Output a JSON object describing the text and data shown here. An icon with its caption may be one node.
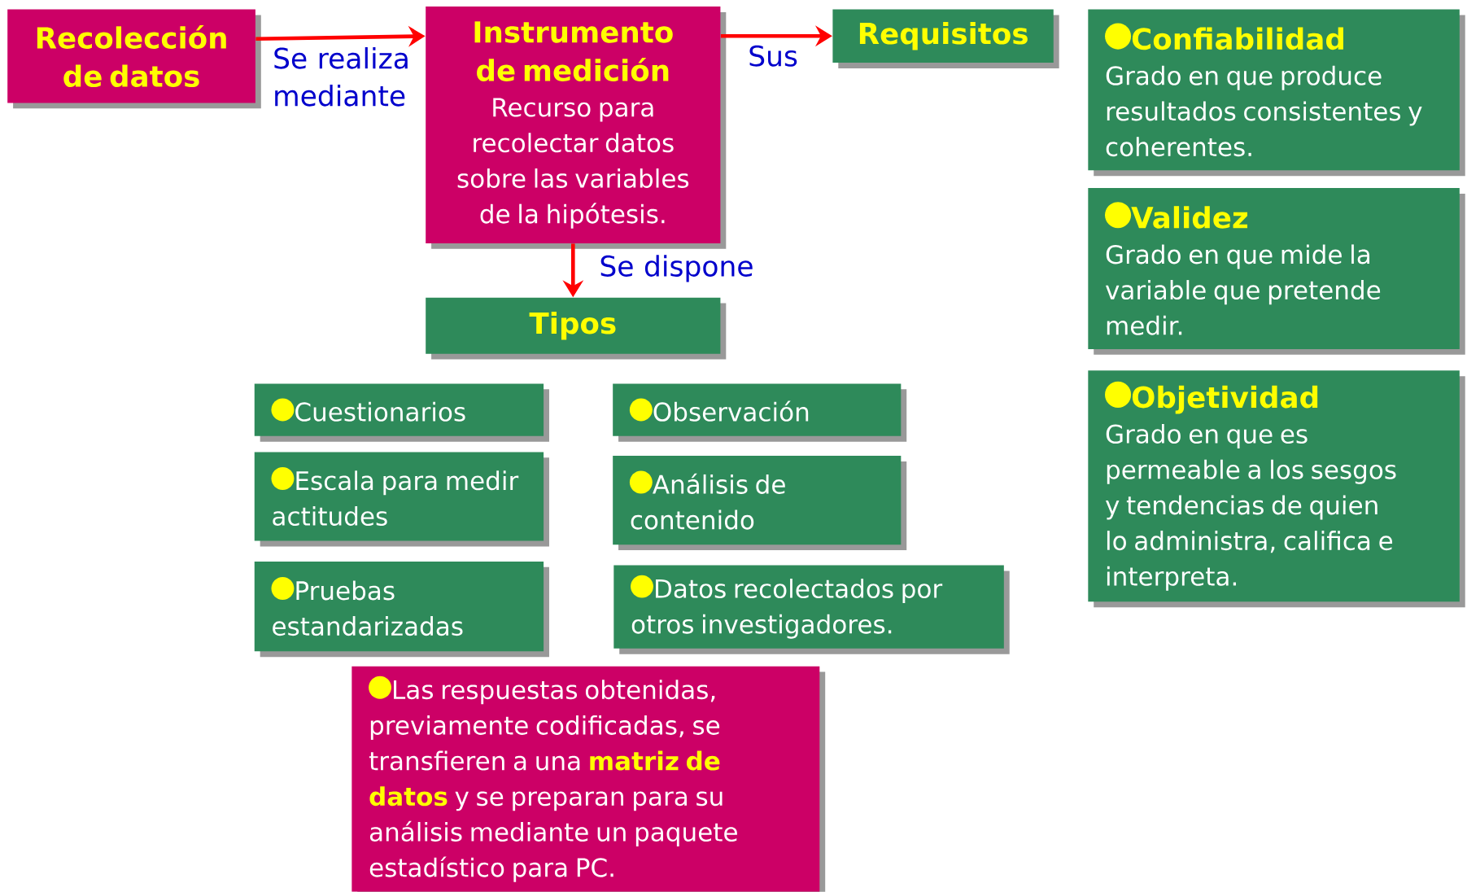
{
  "diagram": {
    "nodes": [
      {
        "text": [
          "Recolección de datos"
        ]
      },
      {
        "text": [
          "Instrumento de medición",
          "Recurso para recolectar datos sobre las variables de la hipótesis."
        ]
      },
      {
        "text": [
          "Requisitos"
        ]
      },
      {
        "text": [
          "Tipos"
        ]
      },
      {
        "text": [
          "Confiabilidad",
          "Grado en que produce resultados consistentes y coherentes."
        ]
      },
      {
        "text": [
          "Validez",
          "Grado en que mide la variable que pretende medir."
        ]
      },
      {
        "text": [
          "Objetividad",
          "Grado en que es permeable a los sesgos y tendencias de quien lo administra, califica e interpreta."
        ]
      },
      {
        "text": [
          "Cuestionarios"
        ]
      },
      {
        "text": [
          "Observación"
        ]
      },
      {
        "text": [
          "Escala para medir actitudes"
        ]
      },
      {
        "text": [
          "Análisis de contenido"
        ]
      },
      {
        "text": [
          "Pruebas estandarizadas"
        ]
      },
      {
        "text": [
          "Datos recolectados por otros investigadores."
        ]
      },
      {
        "text": [
          "Las respuestas obtenidas, previamente codificadas, se transfieren a una **matriz de datos** y se preparan para su análisis mediante un paquete estadístico para PC."
        ]
      }
    ],
    "edges": [
      {
        "from": 0,
        "to": 1,
        "arrow": "to",
        "label": "Se realiza mediante"
      },
      {
        "from": 1,
        "to": 2,
        "arrow": "to",
        "label": "Sus"
      },
      {
        "from": 1,
        "to": 3,
        "arrow": "to",
        "label": "Se dispone"
      }
    ]
  }
}
